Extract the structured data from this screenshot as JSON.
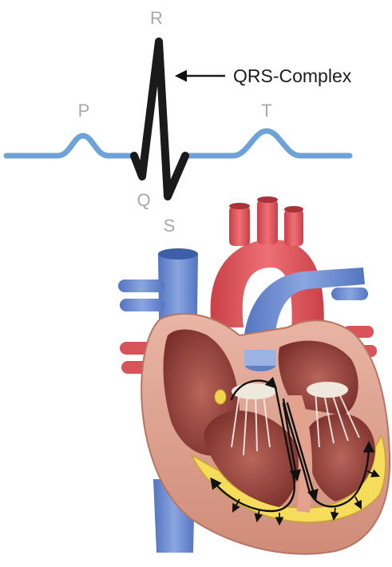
{
  "ecg": {
    "labels": {
      "p": "P",
      "q": "Q",
      "r": "R",
      "s": "S",
      "t": "T"
    },
    "callout": "QRS-Complex",
    "colors": {
      "baseline": "#6fa3d8",
      "qrs": "#1a1a1a",
      "label": "#a8a8a8"
    }
  },
  "heart": {
    "colors": {
      "muscle": "#e0a08e",
      "aorta": "#e35a5f",
      "vena_cava": "#6e8fd0",
      "conduction_fill": "#f5dc5a",
      "conduction_path": "#111111"
    }
  }
}
